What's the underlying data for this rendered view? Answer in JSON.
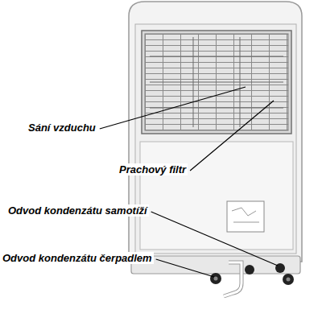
{
  "diagram": {
    "labels": [
      "Sání vzduchu",
      "Prachový filtr",
      "Odvod kondenzátu samotíží",
      "Odvod kondenzátu čerpadlem"
    ]
  }
}
